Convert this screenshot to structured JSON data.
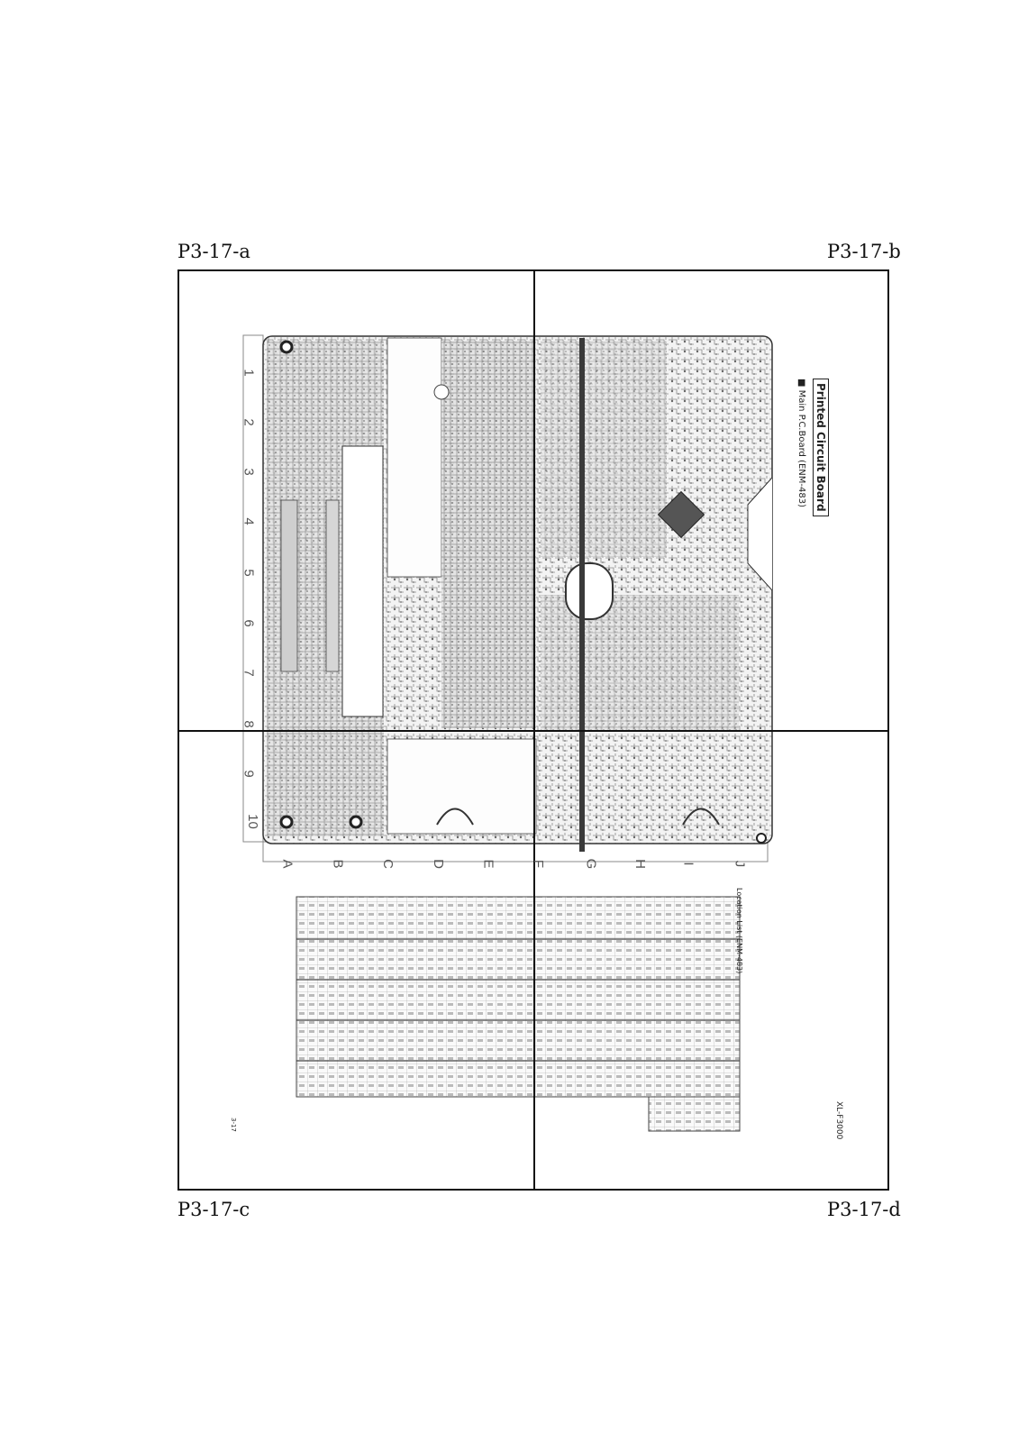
{
  "page_labels": {
    "top_left": "P3-17-a",
    "top_right": "P3-17-b",
    "bottom_left": "P3-17-c",
    "bottom_right": "P3-17-d"
  },
  "board": {
    "title": "Printed Circuit Board",
    "subtitle": "■ Main P.C.Board (ENM-483)",
    "grid_numbers": [
      "1",
      "2",
      "3",
      "4",
      "5",
      "6",
      "7",
      "8",
      "9",
      "10"
    ],
    "grid_letters": [
      "A",
      "B",
      "C",
      "D",
      "E",
      "F",
      "G",
      "H",
      "I",
      "J"
    ]
  },
  "location_list": {
    "title": "Location List (ENM-483)"
  },
  "footer": {
    "model": "XL-F3000",
    "page": "3-17"
  }
}
